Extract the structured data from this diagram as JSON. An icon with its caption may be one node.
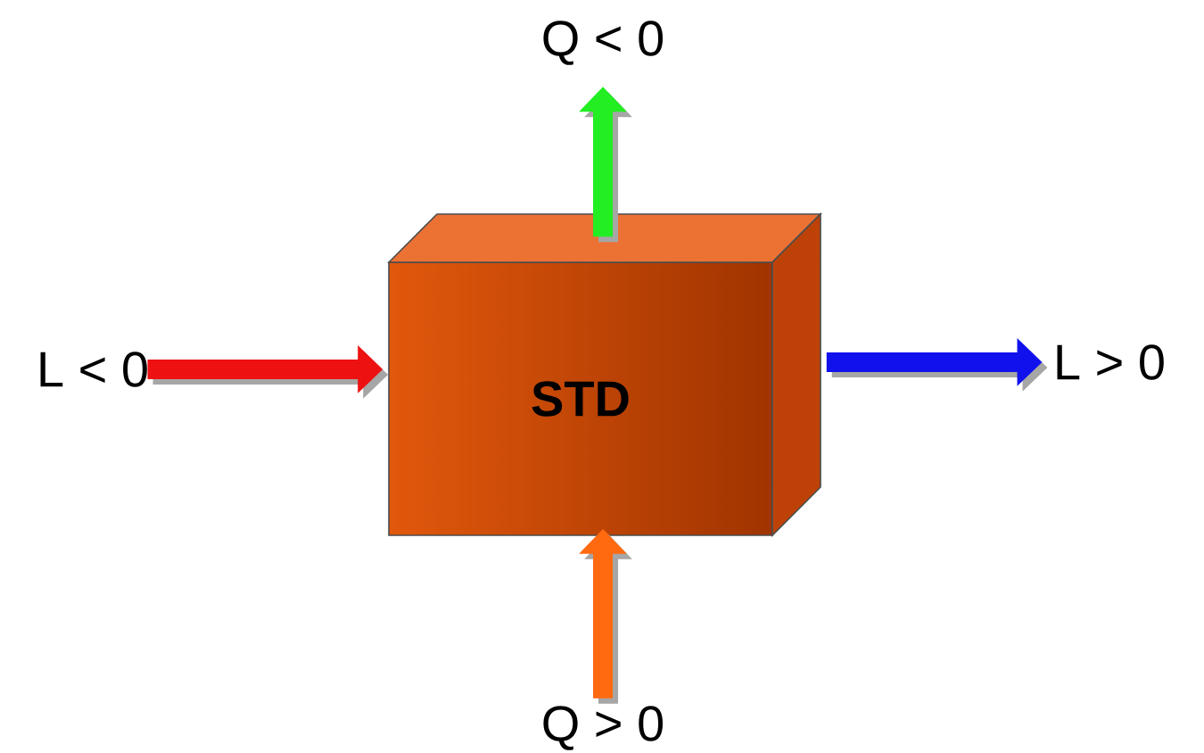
{
  "diagram": {
    "nodes": [
      {
        "text": [
          "STD"
        ]
      },
      {
        "text": [
          "Q < 0"
        ]
      },
      {
        "text": [
          "L < 0"
        ]
      },
      {
        "text": [
          "L > 0"
        ]
      },
      {
        "text": [
          "Q > 0"
        ]
      }
    ],
    "edges": [
      {
        "from": 0,
        "to": 1,
        "arrow": "to",
        "color": "#22ee22"
      },
      {
        "from": 2,
        "to": 0,
        "arrow": "to",
        "color": "#ee1111"
      },
      {
        "from": 0,
        "to": 3,
        "arrow": "to",
        "color": "#1111ee"
      },
      {
        "from": 4,
        "to": 0,
        "arrow": "to",
        "color": "#ff6a10"
      }
    ]
  }
}
